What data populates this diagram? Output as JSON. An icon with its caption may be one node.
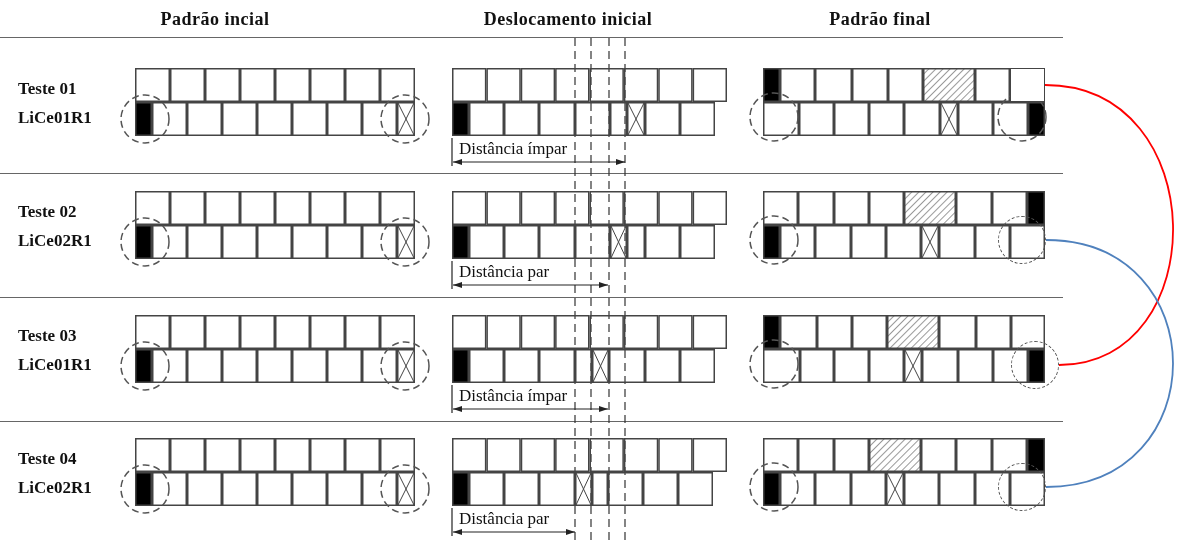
{
  "diagram": {
    "nodes": [
      {
        "text": [],
        "shape": "box"
      },
      {
        "text": [],
        "shape": "circle"
      },
      {
        "text": [],
        "shape": "circle"
      },
      {
        "text": [],
        "shape": "circle"
      }
    ],
    "edges": [
      {
        "from": 0,
        "to": 2,
        "arrow": "none",
        "color": "#ff0000"
      },
      {
        "from": 1,
        "to": 3,
        "arrow": "none",
        "color": "#4f81bd"
      }
    ],
    "labels": [
      "Padrão incial",
      "Deslocamento inicial",
      "Padrão final",
      "Teste 01",
      "LiCe01R1",
      "Distância ímpar",
      "Teste 02",
      "LiCe02R1",
      "Distância par",
      "Teste 03",
      "LiCe01R1",
      "Distância ímpar",
      "Teste 04",
      "LiCe02R1",
      "Distância par"
    ]
  }
}
